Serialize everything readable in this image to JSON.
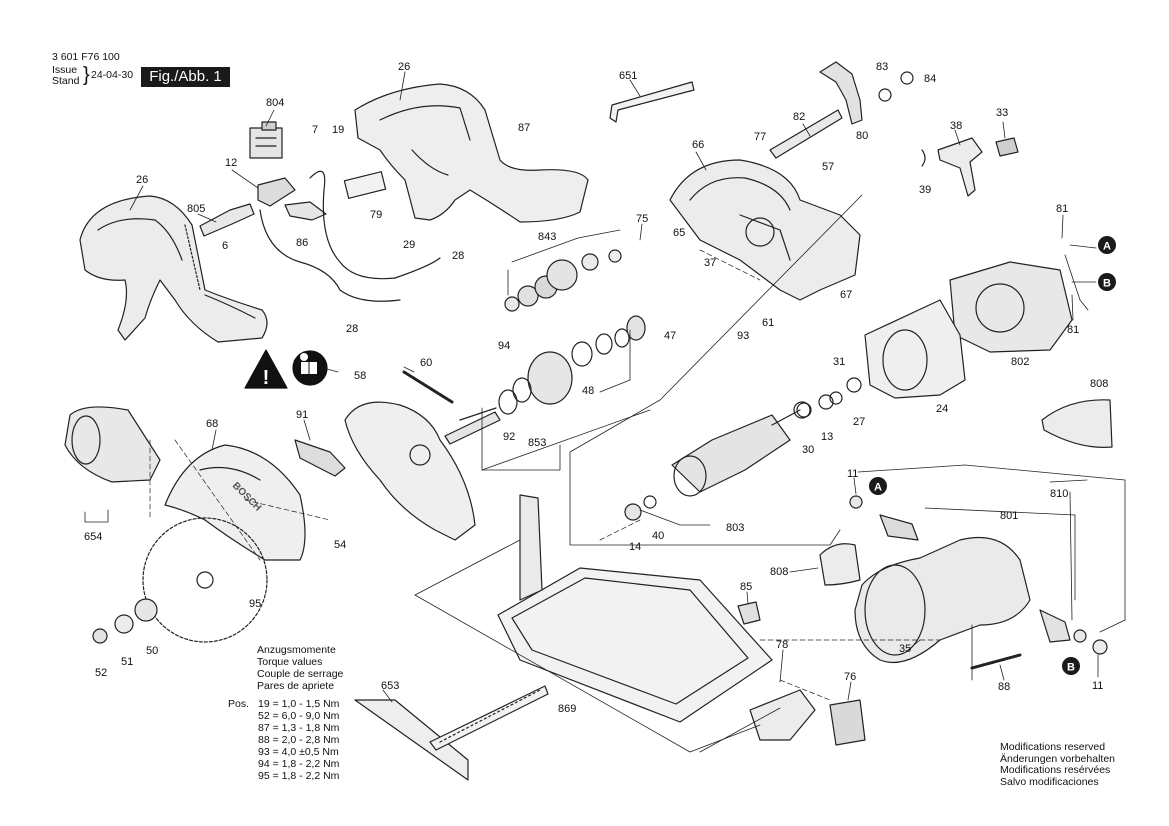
{
  "header": {
    "part_number": "3 601 F76 100",
    "issue_label": "Issue",
    "stand_label": "Stand",
    "date": "24-04-30",
    "figure": "Fig./Abb. 1"
  },
  "callouts": [
    {
      "id": "26a",
      "text": "26"
    },
    {
      "id": "26b",
      "text": "26"
    },
    {
      "id": "804",
      "text": "804"
    },
    {
      "id": "7",
      "text": "7"
    },
    {
      "id": "19",
      "text": "19"
    },
    {
      "id": "12",
      "text": "12"
    },
    {
      "id": "805",
      "text": "805"
    },
    {
      "id": "6",
      "text": "6"
    },
    {
      "id": "86",
      "text": "86"
    },
    {
      "id": "79",
      "text": "79"
    },
    {
      "id": "87",
      "text": "87"
    },
    {
      "id": "29",
      "text": "29"
    },
    {
      "id": "28a",
      "text": "28"
    },
    {
      "id": "28b",
      "text": "28"
    },
    {
      "id": "651",
      "text": "651"
    },
    {
      "id": "66",
      "text": "66"
    },
    {
      "id": "77",
      "text": "77"
    },
    {
      "id": "82",
      "text": "82"
    },
    {
      "id": "83",
      "text": "83"
    },
    {
      "id": "84",
      "text": "84"
    },
    {
      "id": "80",
      "text": "80"
    },
    {
      "id": "38",
      "text": "38"
    },
    {
      "id": "33",
      "text": "33"
    },
    {
      "id": "39",
      "text": "39"
    },
    {
      "id": "57",
      "text": "57"
    },
    {
      "id": "75",
      "text": "75"
    },
    {
      "id": "843",
      "text": "843"
    },
    {
      "id": "65",
      "text": "65"
    },
    {
      "id": "37",
      "text": "37"
    },
    {
      "id": "67",
      "text": "67"
    },
    {
      "id": "81a",
      "text": "81"
    },
    {
      "id": "81b",
      "text": "81"
    },
    {
      "id": "802",
      "text": "802"
    },
    {
      "id": "93",
      "text": "93"
    },
    {
      "id": "61",
      "text": "61"
    },
    {
      "id": "47",
      "text": "47"
    },
    {
      "id": "94",
      "text": "94"
    },
    {
      "id": "48",
      "text": "48"
    },
    {
      "id": "92",
      "text": "92"
    },
    {
      "id": "853",
      "text": "853"
    },
    {
      "id": "60",
      "text": "60"
    },
    {
      "id": "58",
      "text": "58"
    },
    {
      "id": "31",
      "text": "31"
    },
    {
      "id": "27",
      "text": "27"
    },
    {
      "id": "24",
      "text": "24"
    },
    {
      "id": "808a",
      "text": "808"
    },
    {
      "id": "68",
      "text": "68"
    },
    {
      "id": "91",
      "text": "91"
    },
    {
      "id": "13",
      "text": "13"
    },
    {
      "id": "30",
      "text": "30"
    },
    {
      "id": "654",
      "text": "654"
    },
    {
      "id": "54",
      "text": "54"
    },
    {
      "id": "14",
      "text": "14"
    },
    {
      "id": "40",
      "text": "40"
    },
    {
      "id": "803",
      "text": "803"
    },
    {
      "id": "11a",
      "text": "11"
    },
    {
      "id": "810",
      "text": "810"
    },
    {
      "id": "801",
      "text": "801"
    },
    {
      "id": "95",
      "text": "95"
    },
    {
      "id": "808b",
      "text": "808"
    },
    {
      "id": "85",
      "text": "85"
    },
    {
      "id": "52",
      "text": "52"
    },
    {
      "id": "51",
      "text": "51"
    },
    {
      "id": "50",
      "text": "50"
    },
    {
      "id": "78",
      "text": "78"
    },
    {
      "id": "35",
      "text": "35"
    },
    {
      "id": "88",
      "text": "88"
    },
    {
      "id": "11b",
      "text": "11"
    },
    {
      "id": "653",
      "text": "653"
    },
    {
      "id": "869",
      "text": "869"
    },
    {
      "id": "76",
      "text": "76"
    }
  ],
  "markers": {
    "a": "A",
    "b": "B"
  },
  "torque": {
    "title_lines": [
      "Anzugsmomente",
      "Torque values",
      "Couple de serrage",
      "Pares de apriete"
    ],
    "pos_label": "Pos.",
    "rows": [
      "19 = 1,0 - 1,5 Nm",
      "52 = 6,0 - 9,0 Nm",
      "87 = 1,3 - 1,8 Nm",
      "88 = 2,0 - 2,8 Nm",
      "93 = 4,0 ±0,5 Nm",
      "94 = 1,8 - 2,2 Nm",
      "95 = 1,8 - 2,2 Nm"
    ]
  },
  "rights_notice": [
    "Modifications reserved",
    "Änderungen vorbehalten",
    "Modifications resérvées",
    "Salvo modificaciones"
  ],
  "brand_on_guard": "BOSCH"
}
